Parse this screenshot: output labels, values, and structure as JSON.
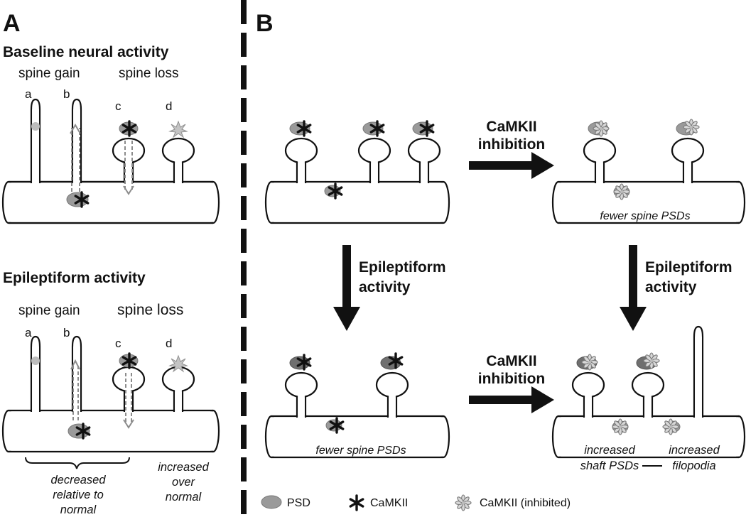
{
  "panels": {
    "a": {
      "letter": "A",
      "top": {
        "heading": "Baseline neural activity",
        "spine_gain": "spine gain",
        "spine_loss": "spine loss",
        "spine_letters": [
          "a",
          "b",
          "c",
          "d"
        ]
      },
      "bottom": {
        "heading": "Epileptiform activity",
        "spine_gain": "spine gain",
        "spine_loss": "spine loss",
        "spine_letters": [
          "a",
          "b",
          "c",
          "d"
        ],
        "note_left": [
          "decreased",
          "relative to",
          "normal"
        ],
        "note_right": [
          "increased",
          "over",
          "normal"
        ]
      }
    },
    "b": {
      "letter": "B",
      "arrow_right_label": [
        "CaMKII",
        "inhibition"
      ],
      "arrow_down_label": [
        "Epileptiform",
        "activity"
      ],
      "note_top_right": "fewer spine PSDs",
      "note_bottom_left": "fewer spine PSDs",
      "note_shaft": [
        "increased",
        "shaft PSDs"
      ],
      "note_filopodia": [
        "increased",
        "filopodia"
      ]
    }
  },
  "legend": {
    "psd": "PSD",
    "camkii": "CaMKII",
    "camkii_inhibited": "CaMKII (inhibited)"
  },
  "colors": {
    "outline": "#111111",
    "psd": "#9a9a9a",
    "psd_dark": "#6f6f6f",
    "inhibited_star": "#8a8a8a"
  }
}
